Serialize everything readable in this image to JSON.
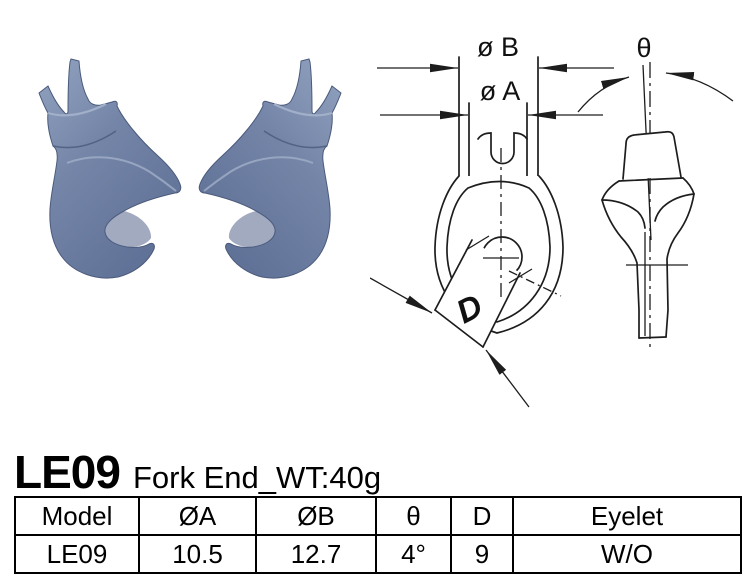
{
  "header": {
    "model": "LE09",
    "subtitle": "Fork End_WT:40g"
  },
  "photo": {
    "part_color": "#7385a8",
    "part_color_light": "#97a6c2",
    "part_color_dark": "#54648a"
  },
  "diagram": {
    "line_color": "#1d1d1d",
    "front_view": {
      "dim_b_label": "ø B",
      "dim_a_label": "ø A",
      "bore_label": "D"
    },
    "side_view": {
      "angle_label": "θ"
    }
  },
  "table": {
    "headers": [
      "Model",
      "ØA",
      "ØB",
      "θ",
      "D",
      "Eyelet"
    ],
    "rows": [
      [
        "LE09",
        "10.5",
        "12.7",
        "4°",
        "9",
        "W/O"
      ]
    ]
  }
}
